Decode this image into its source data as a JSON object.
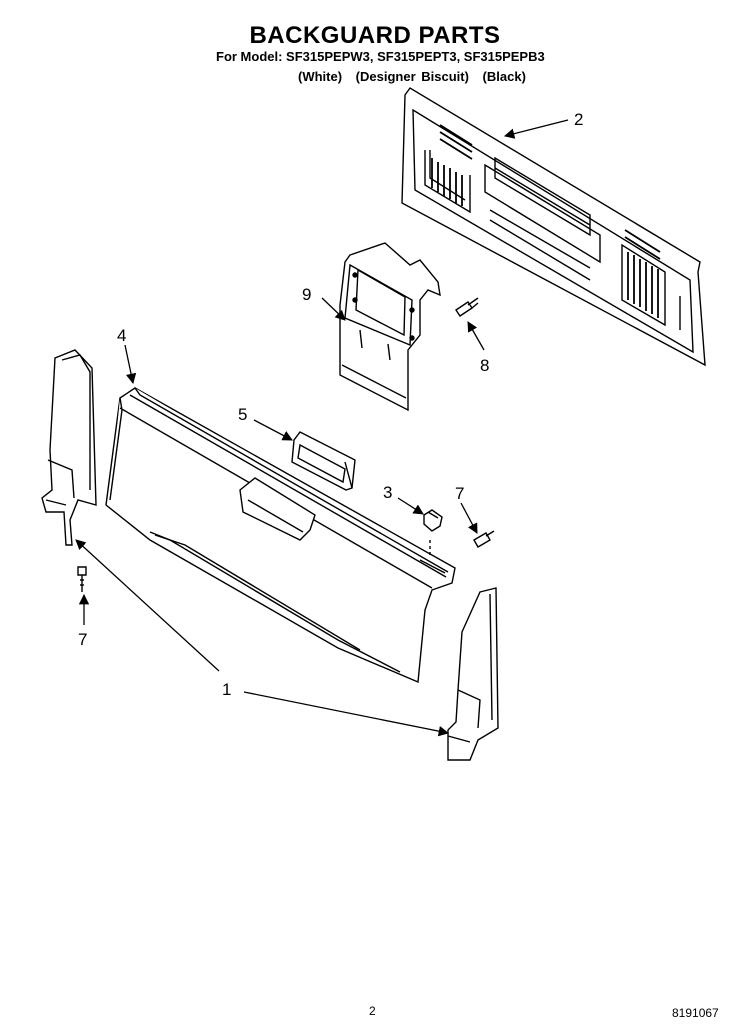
{
  "header": {
    "title": "BACKGUARD PARTS",
    "model_line": "For Model: SF315PEPW3, SF315PEPT3, SF315PEPB3",
    "colors": [
      "(White)",
      "(Designer Biscuit)",
      "(Black)"
    ]
  },
  "callouts": {
    "c1": "1",
    "c2": "2",
    "c3": "3",
    "c4": "4",
    "c5": "5",
    "c7a": "7",
    "c7b": "7",
    "c8": "8",
    "c9": "9"
  },
  "footer": {
    "page_number": "2",
    "document_number": "8191067"
  }
}
